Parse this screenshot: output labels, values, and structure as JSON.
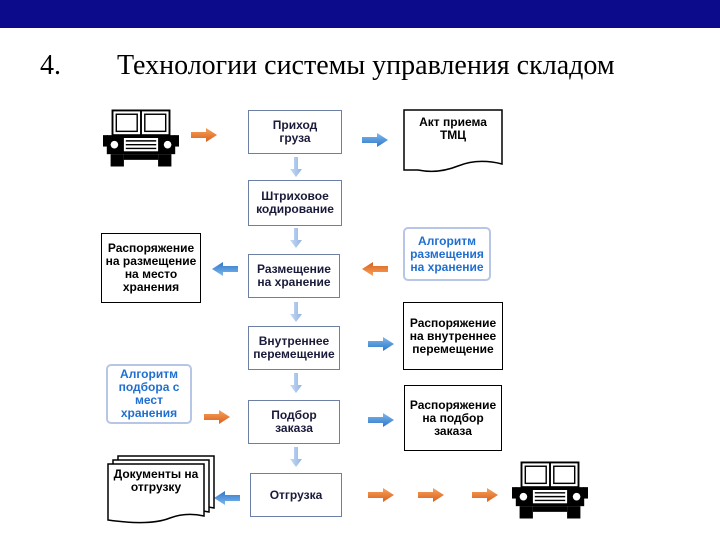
{
  "slide": {
    "number": "4.",
    "title": "Технологии системы управления складом"
  },
  "flow": {
    "receipt": "Приход груза",
    "barcoding": "Штриховое кодирование",
    "placement": "Размещение на хранение",
    "internal_move": "Внутреннее перемещение",
    "order_pick": "Подбор заказа",
    "shipment": "Отгрузка"
  },
  "left_docs": {
    "placement_order": "Распоряжение на размещение на место хранения",
    "pick_algorithm": "Алгоритм подбора с мест хранения",
    "shipping_docs": "Документы на отгрузку"
  },
  "right_docs": {
    "acceptance_act": "Акт приема ТМЦ",
    "storage_algorithms": "Алгоритм размещения на хранение",
    "internal_move_order": "Распоряжение на внутреннее перемещение",
    "pick_order": "Распоряжение на подбор заказа"
  },
  "colors": {
    "header_bar": "#0b0b8c",
    "orange_arrow": "#e8782c",
    "blue_arrow": "#3d8fd8",
    "down_arrow": "#9bbde6",
    "algorithm_text": "#1f6fd0"
  },
  "icons": [
    "truck-icon",
    "orange-right-arrow",
    "blue-right-arrow",
    "blue-left-arrow",
    "orange-left-arrow",
    "blue-down-arrow"
  ]
}
